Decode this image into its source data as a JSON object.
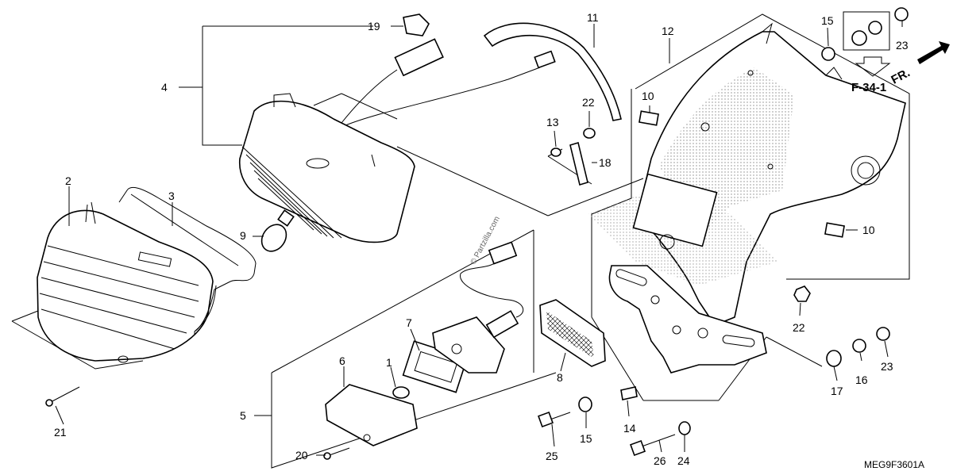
{
  "diagram": {
    "callouts": [
      "1",
      "2",
      "3",
      "4",
      "5",
      "6",
      "7",
      "8",
      "9",
      "10",
      "10",
      "11",
      "12",
      "13",
      "14",
      "15",
      "15",
      "16",
      "17",
      "18",
      "19",
      "20",
      "21",
      "22",
      "22",
      "23",
      "23",
      "24",
      "25",
      "26"
    ],
    "reference": {
      "label": "F-34-1",
      "direction": "FR."
    },
    "watermark": "© Partzilla.com",
    "drawing_code": "MEG9F3601A"
  }
}
